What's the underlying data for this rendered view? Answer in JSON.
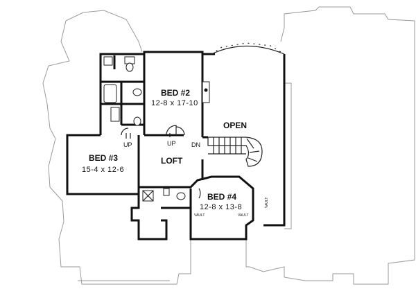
{
  "rooms": {
    "bed2": {
      "name": "BED #2",
      "dims": "12-8 x 17-10"
    },
    "bed3": {
      "name": "BED #3",
      "dims": "15-4 x 12-6"
    },
    "bed4": {
      "name": "BED #4",
      "dims": "12-8 x 13-8"
    },
    "loft": {
      "name": "LOFT"
    },
    "open": {
      "name": "OPEN"
    }
  },
  "labels": {
    "up_left": "UP",
    "up_center": "UP",
    "down": "DN",
    "vault_left": "VAULT",
    "vault_right": "VAULT",
    "vault_side": "VAULT"
  }
}
